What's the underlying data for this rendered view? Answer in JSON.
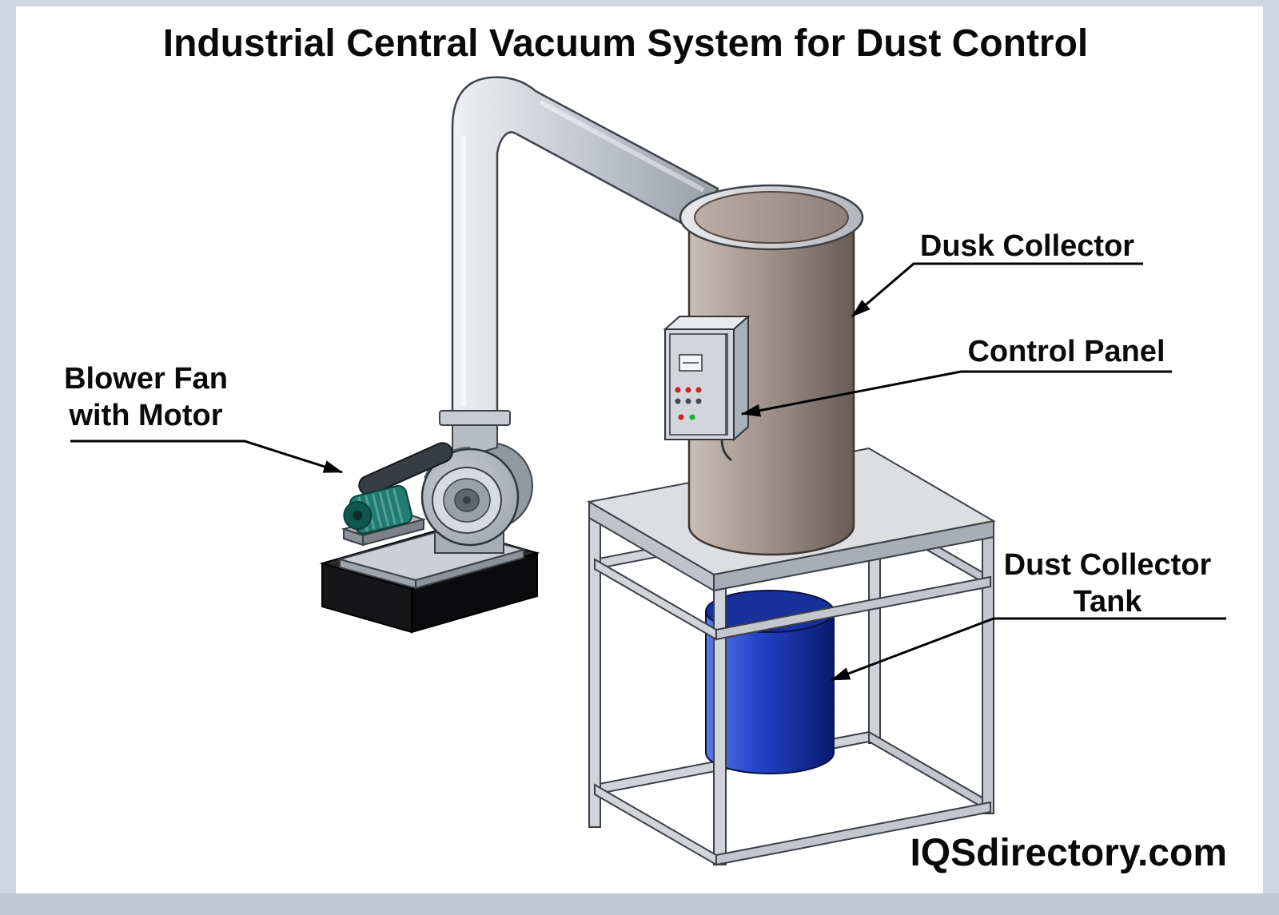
{
  "title": "Industrial Central Vacuum System for Dust Control",
  "watermark": "IQSdirectory.com",
  "callouts": {
    "blower": {
      "line1": "Blower Fan",
      "line2": "with Motor"
    },
    "collector": {
      "label": "Dusk Collector"
    },
    "panel": {
      "label": "Control Panel"
    },
    "tank": {
      "line1": "Dust Collector",
      "line2": "Tank"
    }
  },
  "colors": {
    "frame_border": "#ced6e4",
    "tank_light": "#5f7ae8",
    "tank_mid": "#2443cc",
    "tank_dark": "#0a1a6e",
    "tank_top": "#18309c",
    "motor_teal": "#1e7c72",
    "collector_light": "#cabdb6",
    "collector_mid": "#a3948d",
    "collector_dark": "#685c56"
  }
}
